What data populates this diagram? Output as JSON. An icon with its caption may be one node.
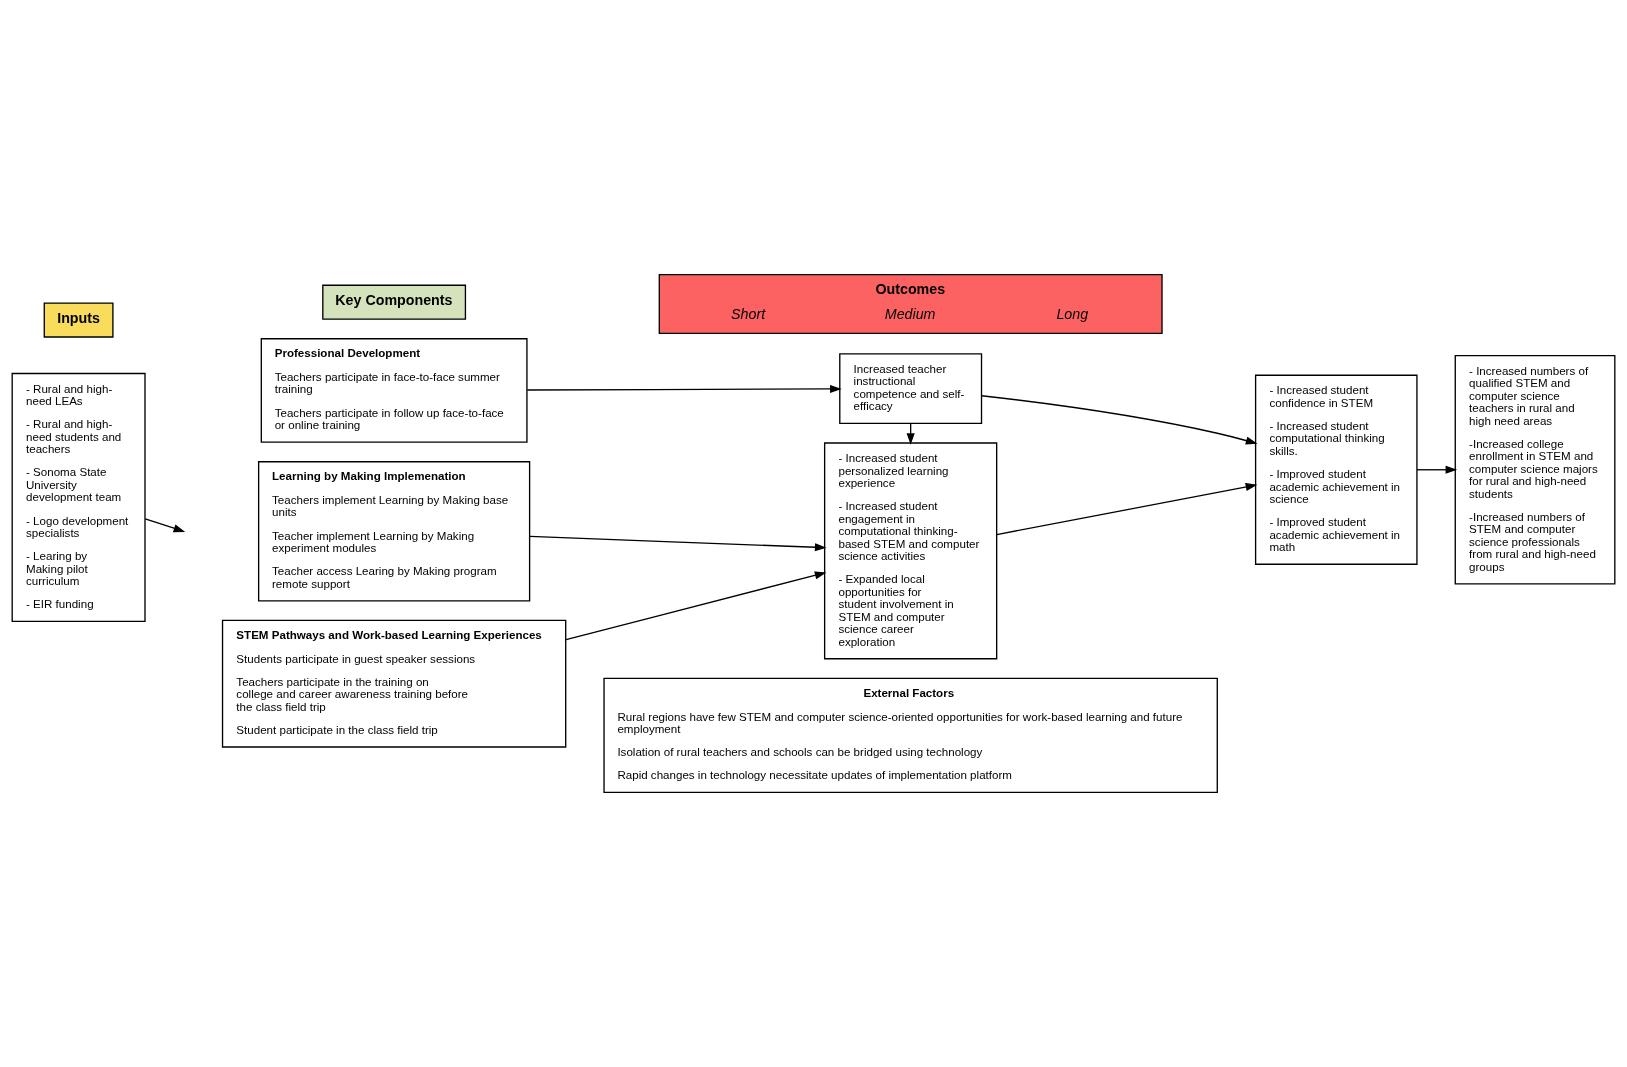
{
  "diagram": {
    "nodes": [
      {
        "text": [
          "Inputs"
        ]
      },
      {
        "text": [
          "Key Components"
        ]
      },
      {
        "text": [
          "Outcomes",
          "Short",
          "Medium",
          "Long"
        ]
      },
      {
        "text": [
          "- Rural and high-need LEAs",
          "- Rural and high-need students and teachers",
          "- Sonoma State University development team",
          "- Logo development specialists",
          "- Learing by Making pilot curriculum",
          "- EIR funding"
        ]
      },
      {
        "text": [
          "Professional Development",
          "Teachers participate in face-to-face summer training",
          "Teachers participate in follow up face-to-face or online training"
        ]
      },
      {
        "text": [
          "Learning by Making Implemenation",
          "Teachers implement Learning by Making base units",
          "Teacher implement Learning by Making experiment modules",
          "Teacher access Learing by Making program remote support"
        ]
      },
      {
        "text": [
          "STEM Pathways and Work-based Learning Experiences",
          "Students participate in guest speaker sessions",
          "Teachers participate in the training on college and career awareness training before the class field trip",
          "Student participate in the class field trip"
        ]
      },
      {
        "text": [
          "Increased teacher instructional competence and self-efficacy"
        ]
      },
      {
        "text": [
          "- Increased student personalized learning experience",
          "- Increased student engagement in computational thinking-based STEM and computer science activities",
          "- Expanded local opportunities for student involvement in STEM and computer science career exploration"
        ]
      },
      {
        "text": [
          "- Increased student confidence in STEM",
          "- Increased student computational thinking skills.",
          "- Improved student academic achievement in science",
          "- Improved student academic achievement in math"
        ]
      },
      {
        "text": [
          "- Increased numbers of qualified STEM and computer science teachers in rural and high need areas",
          "-Increased college enrollment in STEM and computer science majors for rural and high-need students",
          "-Increased numbers of STEM and computer science professionals from rural and high-need groups"
        ]
      },
      {
        "text": [
          "External Factors",
          "Rural regions have few STEM and computer science-oriented opportunities for work-based learning and future employment",
          "Isolation of rural teachers and schools can be bridged using technology",
          "Rapid changes in technology necessitate updates of implementation platform"
        ]
      }
    ],
    "edges": [
      {
        "from": 3,
        "to": null,
        "arrow": "to"
      },
      {
        "from": 4,
        "to": 7,
        "arrow": "to"
      },
      {
        "from": 7,
        "to": 8,
        "arrow": "to"
      },
      {
        "from": 5,
        "to": 8,
        "arrow": "to"
      },
      {
        "from": 6,
        "to": 8,
        "arrow": "to"
      },
      {
        "from": 7,
        "to": 9,
        "arrow": "to"
      },
      {
        "from": 8,
        "to": 9,
        "arrow": "to"
      },
      {
        "from": 9,
        "to": 10,
        "arrow": "to"
      }
    ]
  }
}
